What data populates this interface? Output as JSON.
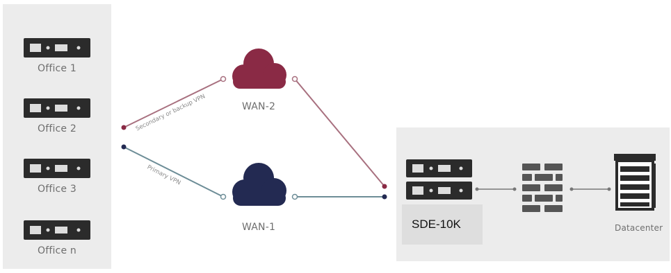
{
  "offices": [
    {
      "label": "Office 1"
    },
    {
      "label": "Office 2"
    },
    {
      "label": "Office 3"
    },
    {
      "label": "Office n"
    }
  ],
  "wan": {
    "wan2_label": "WAN-2",
    "wan1_label": "WAN-1"
  },
  "links": {
    "secondary_label": "Secondary or backup VPN",
    "primary_label": "Primary VPN"
  },
  "datacenter": {
    "appliance_label": "SDE-10K",
    "datacenter_label": "Datacenter"
  },
  "colors": {
    "panel": "#ececec",
    "appliance_box": "#dedede",
    "device": "#2b2b2b",
    "wan2": "#8a2a45",
    "wan1": "#232a52",
    "secondary_line": "#a8707f",
    "primary_line": "#6d8d97",
    "label_text": "#6e6e6e"
  },
  "icons": {
    "router": "router-icon",
    "cloud": "cloud-icon",
    "firewall": "firewall-icon",
    "server_rack": "server-rack-icon"
  }
}
